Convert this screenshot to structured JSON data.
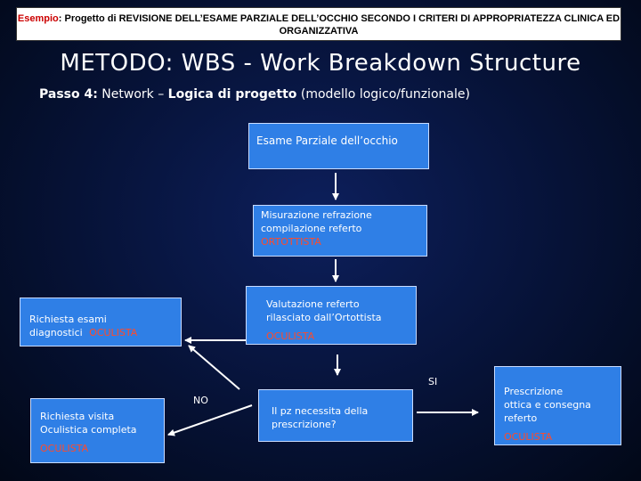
{
  "header": {
    "example_label": "Esempio",
    "text": ": Progetto di REVISIONE DELL’ESAME PARZIALE DELL’OCCHIO SECONDO I CRITERI DI APPROPRIATEZZA CLINICA ED ORGANIZZATIVA"
  },
  "title": "METODO: WBS - Work Breakdown Structure",
  "subtitle": {
    "step": "Passo 4:",
    "network": " Network – ",
    "logic": "Logica di progetto",
    "model": " (modello logico/funzionale)"
  },
  "nodes": {
    "esame": "Esame Parziale dell’occhio",
    "misurazione_line1": "Misurazione refrazione",
    "misurazione_line2": "compilazione referto",
    "misurazione_role": "ORTOTTISTA",
    "valutazione_line1": "Valutazione referto",
    "valutazione_line2": "rilasciato dall’Ortottista",
    "valutazione_role": "OCULISTA",
    "richiesta_esami_line1": "Richiesta esami",
    "richiesta_esami_line2": "diagnostici",
    "richiesta_esami_role": "OCULISTA",
    "richiesta_visita_line1": "Richiesta visita",
    "richiesta_visita_line2": "Oculistica completa",
    "richiesta_visita_role": "OCULISTA",
    "necessita_line1": "Il pz necessita della",
    "necessita_line2": "prescrizione?",
    "prescrizione_line1": "Prescrizione",
    "prescrizione_line2": "ottica e consegna",
    "prescrizione_line3": "referto",
    "prescrizione_role": "OCULISTA"
  },
  "labels": {
    "si": "SI",
    "no": "NO"
  },
  "colors": {
    "box_fill": "#2f7fe6",
    "role_text": "#ff4a2a",
    "header_example": "#cc0000"
  }
}
